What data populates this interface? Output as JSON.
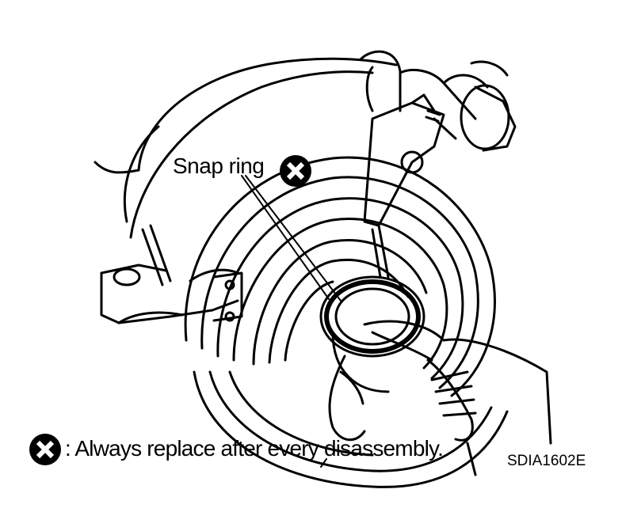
{
  "labels": {
    "snap_ring": "Snap ring",
    "note": ": Always replace after every disassembly.",
    "code": "SDIA1602E"
  },
  "icons": {
    "replace_mark": "x-circle-icon"
  },
  "colors": {
    "ink": "#000000",
    "paper": "#ffffff"
  }
}
